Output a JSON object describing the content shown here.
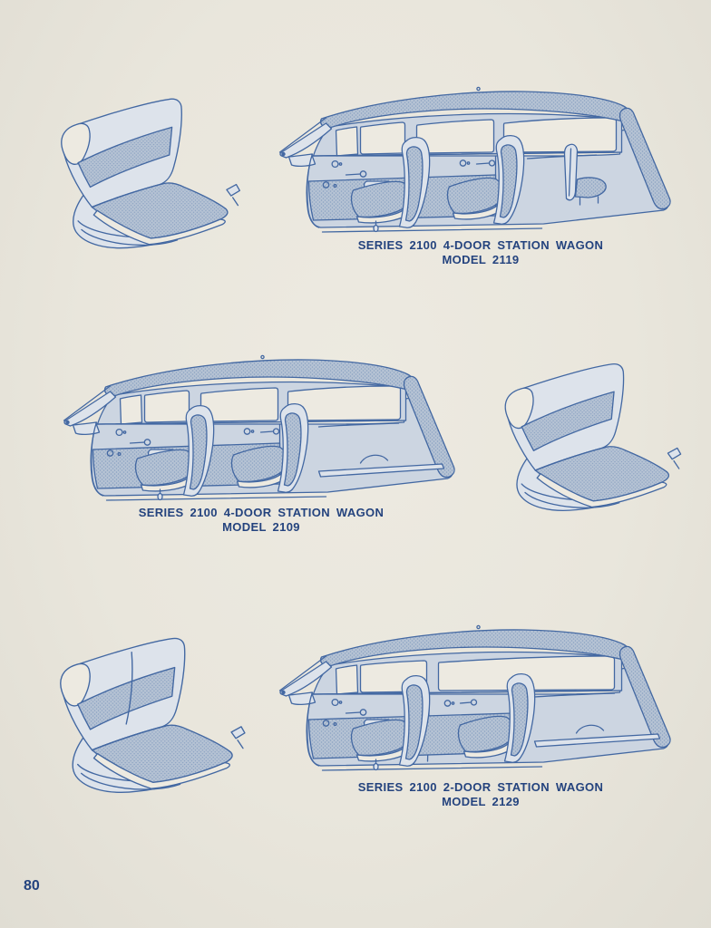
{
  "page": {
    "number": "80",
    "paper_color": "#e9e6dc",
    "ink_color": "#24437e",
    "line_color": "#4368a2",
    "halftone_color": "#b6c3d4"
  },
  "figures": [
    {
      "caption_line1": "SERIES 2100 4-DOOR STATION WAGON",
      "caption_line2": "MODEL 2119",
      "illustrations": [
        "front-bench-seat",
        "4-door-station-wagon-interior-cutaway-with-third-seat"
      ]
    },
    {
      "caption_line1": "SERIES 2100 4-DOOR STATION WAGON",
      "caption_line2": "MODEL 2109",
      "illustrations": [
        "4-door-station-wagon-interior-cutaway-with-cargo-floor",
        "front-bench-seat"
      ]
    },
    {
      "caption_line1": "SERIES 2100 2-DOOR STATION WAGON",
      "caption_line2": "MODEL 2129",
      "illustrations": [
        "split-back-front-bench-seat",
        "2-door-station-wagon-interior-cutaway-with-cargo-floor"
      ]
    }
  ]
}
